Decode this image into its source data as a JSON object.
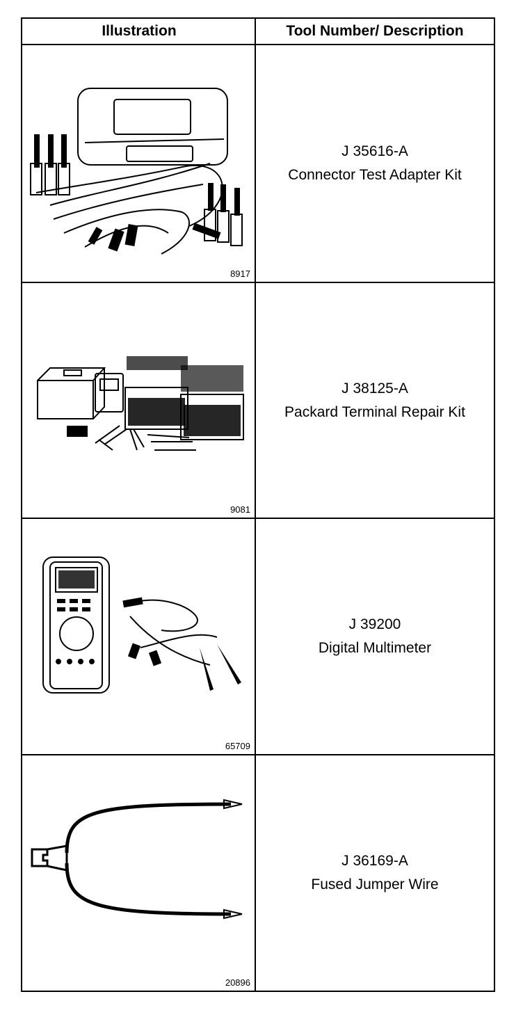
{
  "header": {
    "col_illustration": "Illustration",
    "col_tool": "Tool Number/ Description"
  },
  "rows": [
    {
      "tool_number": "J 35616-A",
      "description": "Connector Test Adapter Kit",
      "figure_number": "8917",
      "icon": "connector-test-kit-icon"
    },
    {
      "tool_number": "J 38125-A",
      "description": "Packard Terminal Repair Kit",
      "figure_number": "9081",
      "icon": "terminal-repair-kit-icon"
    },
    {
      "tool_number": "J 39200",
      "description": "Digital Multimeter",
      "figure_number": "65709",
      "icon": "multimeter-icon"
    },
    {
      "tool_number": "J 36169-A",
      "description": "Fused Jumper Wire",
      "figure_number": "20896",
      "icon": "jumper-wire-icon"
    }
  ]
}
